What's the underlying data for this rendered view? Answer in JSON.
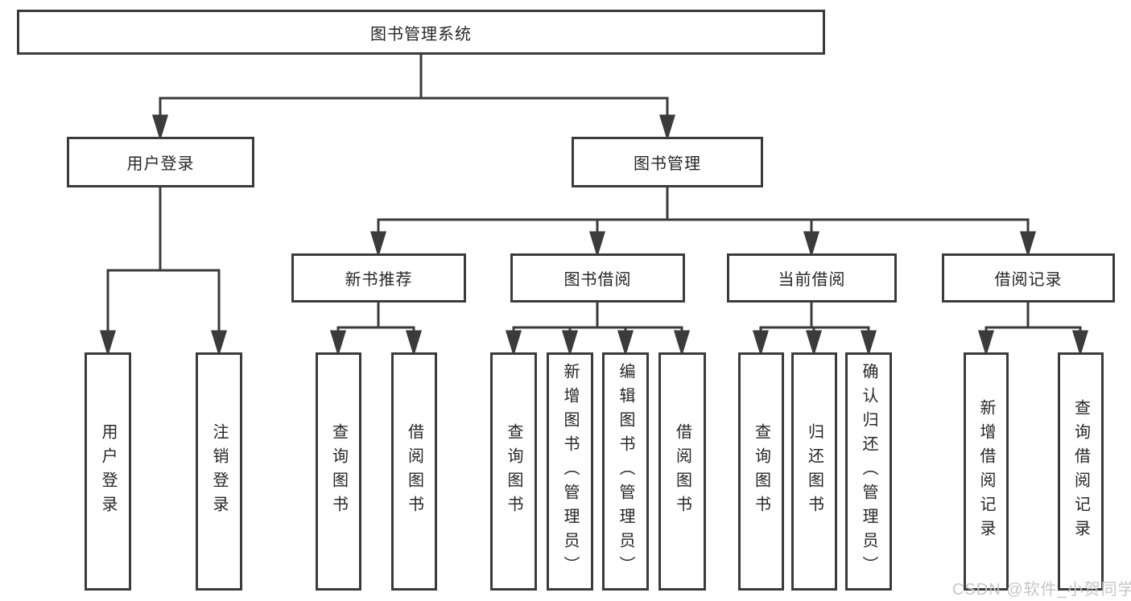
{
  "tree": {
    "label": "图书管理系统",
    "children": [
      {
        "label": "用户登录",
        "children": [
          {
            "label": "用户登录"
          },
          {
            "label": "注销登录"
          }
        ]
      },
      {
        "label": "图书管理",
        "children": [
          {
            "label": "新书推荐",
            "children": [
              {
                "label": "查询图书"
              },
              {
                "label": "借阅图书"
              }
            ]
          },
          {
            "label": "图书借阅",
            "children": [
              {
                "label": "查询图书"
              },
              {
                "label": "新增图书（管理员）"
              },
              {
                "label": "编辑图书（管理员）"
              },
              {
                "label": "借阅图书"
              }
            ]
          },
          {
            "label": "当前借阅",
            "children": [
              {
                "label": "查询图书"
              },
              {
                "label": "归还图书"
              },
              {
                "label": "确认归还（管理员）"
              }
            ]
          },
          {
            "label": "借阅记录",
            "children": [
              {
                "label": "新增借阅记录"
              },
              {
                "label": "查询借阅记录"
              }
            ]
          }
        ]
      }
    ]
  },
  "watermark": {
    "text": "CSDN @软件_小贺同学"
  },
  "colors": {
    "line": "#3b3b3b",
    "text": "#262626",
    "watermark": "#c6c6c6",
    "background": "#ffffff"
  }
}
